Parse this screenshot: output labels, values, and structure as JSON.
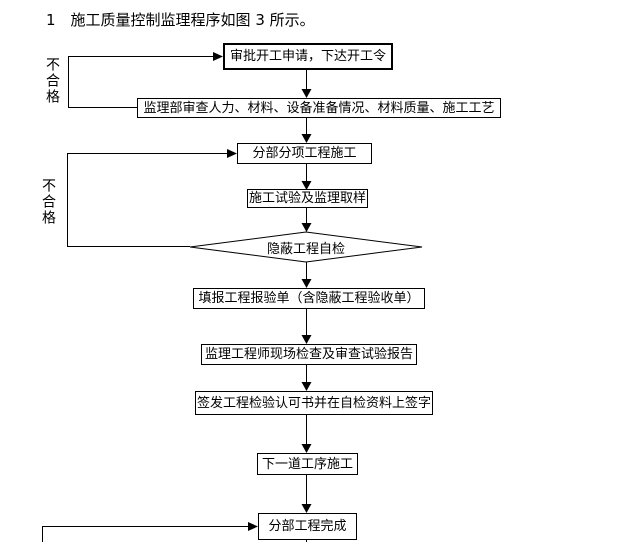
{
  "title": "1　施工质量控制监理程序如图 3 所示。",
  "reject_labels": {
    "first": "不合格",
    "second": "不合格"
  },
  "nodes": [
    {
      "id": "approve-start",
      "shape": "rect",
      "label": "审批开工申请，下达开工令"
    },
    {
      "id": "review-preparation",
      "shape": "rect",
      "label": "监理部审查人力、材料、设备准备情况、材料质量、施工工艺"
    },
    {
      "id": "subitem-construction",
      "shape": "rect",
      "label": "分部分项工程施工"
    },
    {
      "id": "test-sampling",
      "shape": "rect",
      "label": "施工试验及监理取样"
    },
    {
      "id": "hidden-self-check",
      "shape": "diamond",
      "label": "隐蔽工程自检"
    },
    {
      "id": "fill-inspection-form",
      "shape": "rect",
      "label": "填报工程报验单（含隐蔽工程验收单）"
    },
    {
      "id": "site-check-report",
      "shape": "rect",
      "label": "监理工程师现场检查及审查试验报告"
    },
    {
      "id": "issue-approval",
      "shape": "rect",
      "label": "签发工程检验认可书并在自检资料上签字"
    },
    {
      "id": "next-process",
      "shape": "rect",
      "label": "下一道工序施工"
    },
    {
      "id": "division-complete",
      "shape": "rect",
      "label": "分部工程完成"
    }
  ],
  "colors": {
    "line": "#000000",
    "box_background": "#ffffff",
    "text": "#000000",
    "page_background": "#ffffff"
  }
}
